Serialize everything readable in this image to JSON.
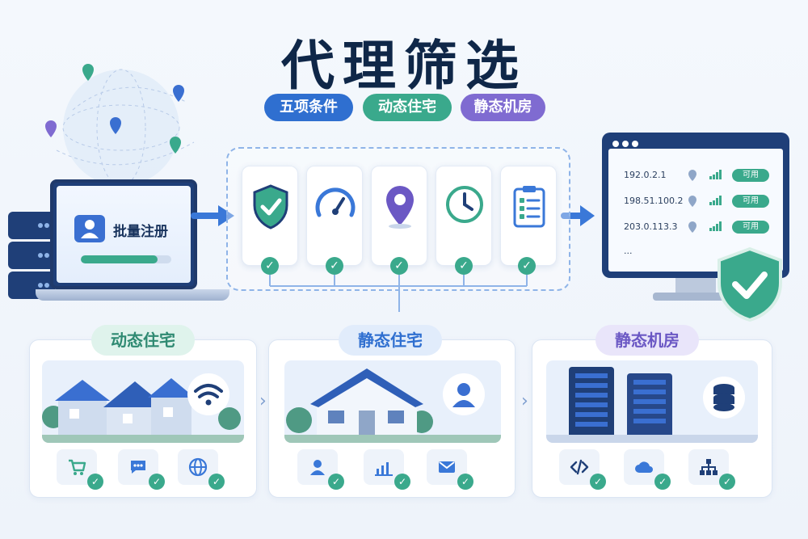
{
  "title": "代理筛选",
  "tags": [
    "五项条件",
    "动态住宅",
    "静态机房"
  ],
  "left": {
    "register_label": "批量注册",
    "register_progress": 0.85
  },
  "filter": {
    "criteria_icons": [
      "shield-check-icon",
      "speedometer-icon",
      "location-pin-icon",
      "clock-icon",
      "checklist-icon"
    ]
  },
  "result": {
    "rows": [
      {
        "ip": "192.0.2.1",
        "status": "可用"
      },
      {
        "ip": "198.51.100.2",
        "status": "可用"
      },
      {
        "ip": "203.0.113.3",
        "status": "可用"
      }
    ],
    "more": "..."
  },
  "panels": [
    {
      "title": "动态住宅",
      "features": [
        "cart-icon",
        "chat-icon",
        "globe-icon"
      ]
    },
    {
      "title": "静态住宅",
      "features": [
        "user-icon",
        "bar-chart-icon",
        "mail-icon"
      ]
    },
    {
      "title": "静态机房",
      "features": [
        "code-icon",
        "cloud-icon",
        "network-icon"
      ]
    }
  ],
  "colors": {
    "blue": "#2f6fd0",
    "green": "#3aa98c",
    "purple": "#7f6bd1",
    "navy": "#1f3f78"
  }
}
